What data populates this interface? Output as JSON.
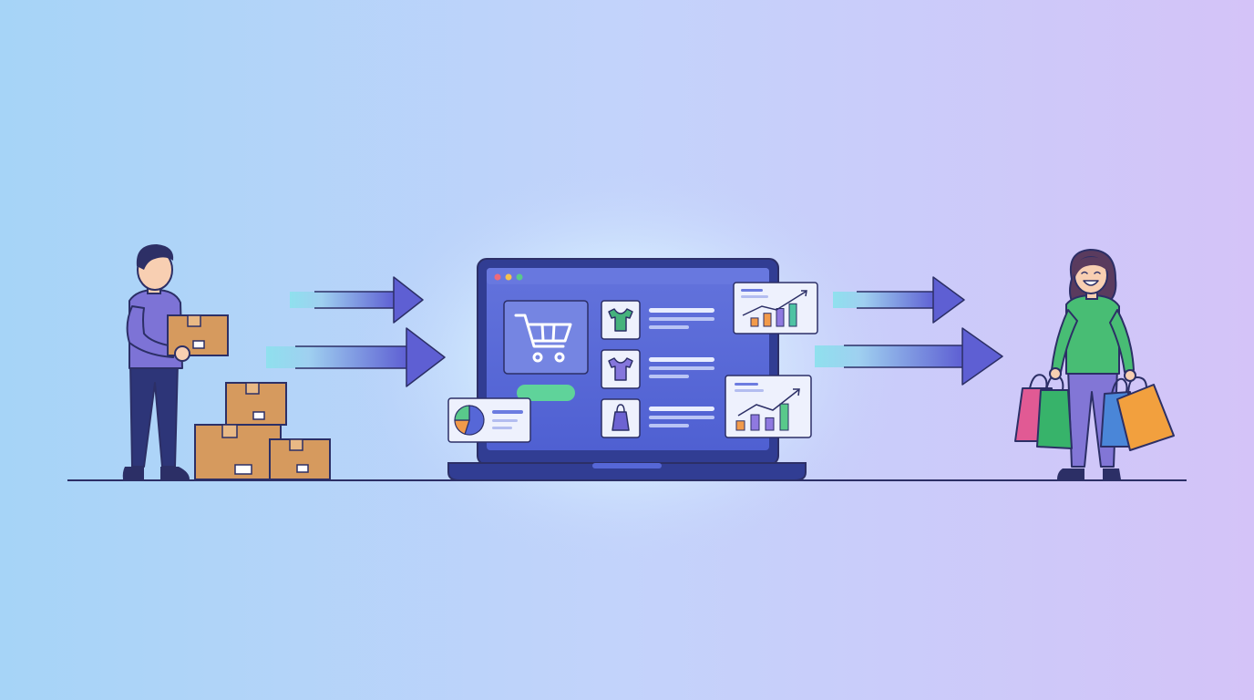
{
  "scene": {
    "description_tag": "ecommerce-flow-illustration",
    "colors": {
      "bg_left": "#a6d4f7",
      "bg_center": "#c3d3fb",
      "bg_right": "#d4c3f8",
      "glow": "#e4f8ff",
      "outline": "#2c2f66",
      "ground": "#2c2f66",
      "box": "#d69a5e",
      "box_dark": "#b87a42",
      "skin": "#f8cfb2",
      "hair": "#2d2f66",
      "seller_shirt": "#7d73d6",
      "seller_pants": "#2d3578",
      "buyer_shirt": "#48bd74",
      "buyer_pants": "#8276d6",
      "buyer_hair": "#5a3b5e",
      "laptop_body": "#313d93",
      "laptop_screen": "#5667d7",
      "laptop_screen_top": "#6878df",
      "card_bg": "#eef1fd",
      "arrow_start": "#8fe0ee",
      "arrow_end": "#5e5fd3",
      "accent_green": "#59c98b",
      "accent_orange": "#f29a4a",
      "accent_purple": "#8f79e0",
      "accent_teal": "#4ec3a3",
      "bag_pink": "#e15a94",
      "bag_green": "#37b36a",
      "bag_blue": "#4a86d8",
      "bag_orange": "#f2a03e"
    },
    "icons": {
      "cart": "shopping-cart-icon",
      "shirt": "tshirt-icon",
      "bag": "shopping-bag-icon",
      "pie": "pie-chart-icon",
      "bar": "bar-chart-icon"
    },
    "dashboard_bars": {
      "top_card": [
        0.35,
        0.55,
        0.75,
        0.95
      ],
      "bottom_card": [
        0.3,
        0.5,
        0.4,
        0.85
      ]
    },
    "pie_chart_shares": [
      0.55,
      0.2,
      0.25
    ]
  }
}
